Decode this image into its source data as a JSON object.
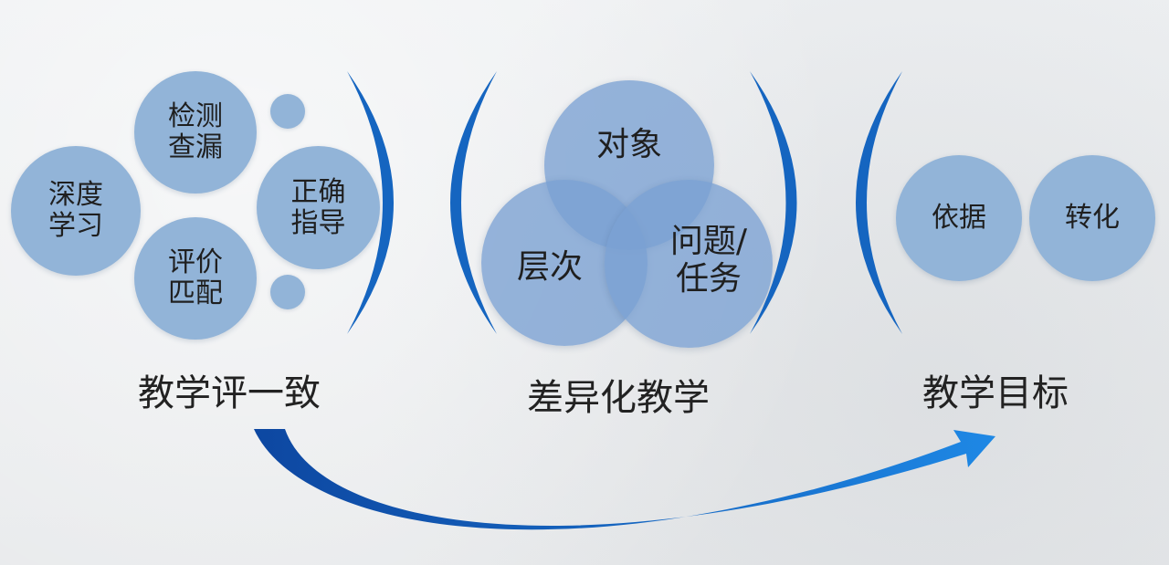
{
  "left_group": {
    "deep_learning": "深度\n学习",
    "detect": "检测\n查漏",
    "correct": "正确\n指导",
    "evaluate": "评价\n匹配",
    "label": "教学评一致"
  },
  "middle_group": {
    "object": "对象",
    "level": "层次",
    "task": "问题/\n任务",
    "label": "差异化教学"
  },
  "right_group": {
    "basis": "依据",
    "transform": "转化",
    "label": "教学目标"
  },
  "colors": {
    "circle_fill": "#92b4d8",
    "bracket": "#1565c0",
    "arrow": "#1976d2"
  }
}
